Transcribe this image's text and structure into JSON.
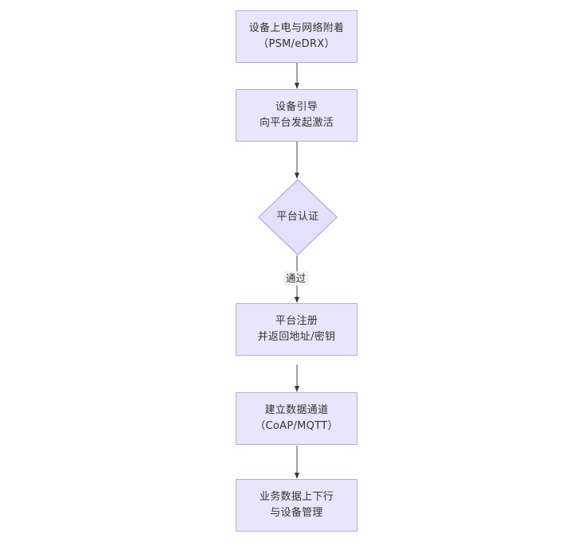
{
  "diagram": {
    "type": "flowchart",
    "orientation": "top-to-bottom",
    "background_color": "#ffffff",
    "node_fill_color": "#e9e6fb",
    "node_border_color": "#b9a5e3",
    "edge_color": "#555555",
    "text_color": "#333333",
    "nodes": [
      {
        "id": "n1",
        "shape": "rectangle",
        "label": "设备上电与网络附着\n（PSM/eDRX）",
        "line1": "设备上电与网络附着",
        "line2": "（PSM/eDRX）"
      },
      {
        "id": "n2",
        "shape": "rectangle",
        "label": "设备引导\n向平台发起激活",
        "line1": "设备引导",
        "line2": "向平台发起激活"
      },
      {
        "id": "n3",
        "shape": "diamond",
        "label": "平台认证",
        "line1": "平台认证",
        "line2": ""
      },
      {
        "id": "n4",
        "shape": "rectangle",
        "label": "平台注册\n并返回地址/密钥",
        "line1": "平台注册",
        "line2": "并返回地址/密钥"
      },
      {
        "id": "n5",
        "shape": "rectangle",
        "label": "建立数据通道\n（CoAP/MQTT）",
        "line1": "建立数据通道",
        "line2": "（CoAP/MQTT）"
      },
      {
        "id": "n6",
        "shape": "rectangle",
        "label": "业务数据上下行\n与设备管理",
        "line1": "业务数据上下行",
        "line2": "与设备管理"
      }
    ],
    "edges": [
      {
        "from": "n1",
        "to": "n2",
        "label": ""
      },
      {
        "from": "n2",
        "to": "n3",
        "label": ""
      },
      {
        "from": "n3",
        "to": "n4",
        "label": "通过"
      },
      {
        "from": "n4",
        "to": "n5",
        "label": ""
      },
      {
        "from": "n5",
        "to": "n6",
        "label": ""
      }
    ]
  }
}
